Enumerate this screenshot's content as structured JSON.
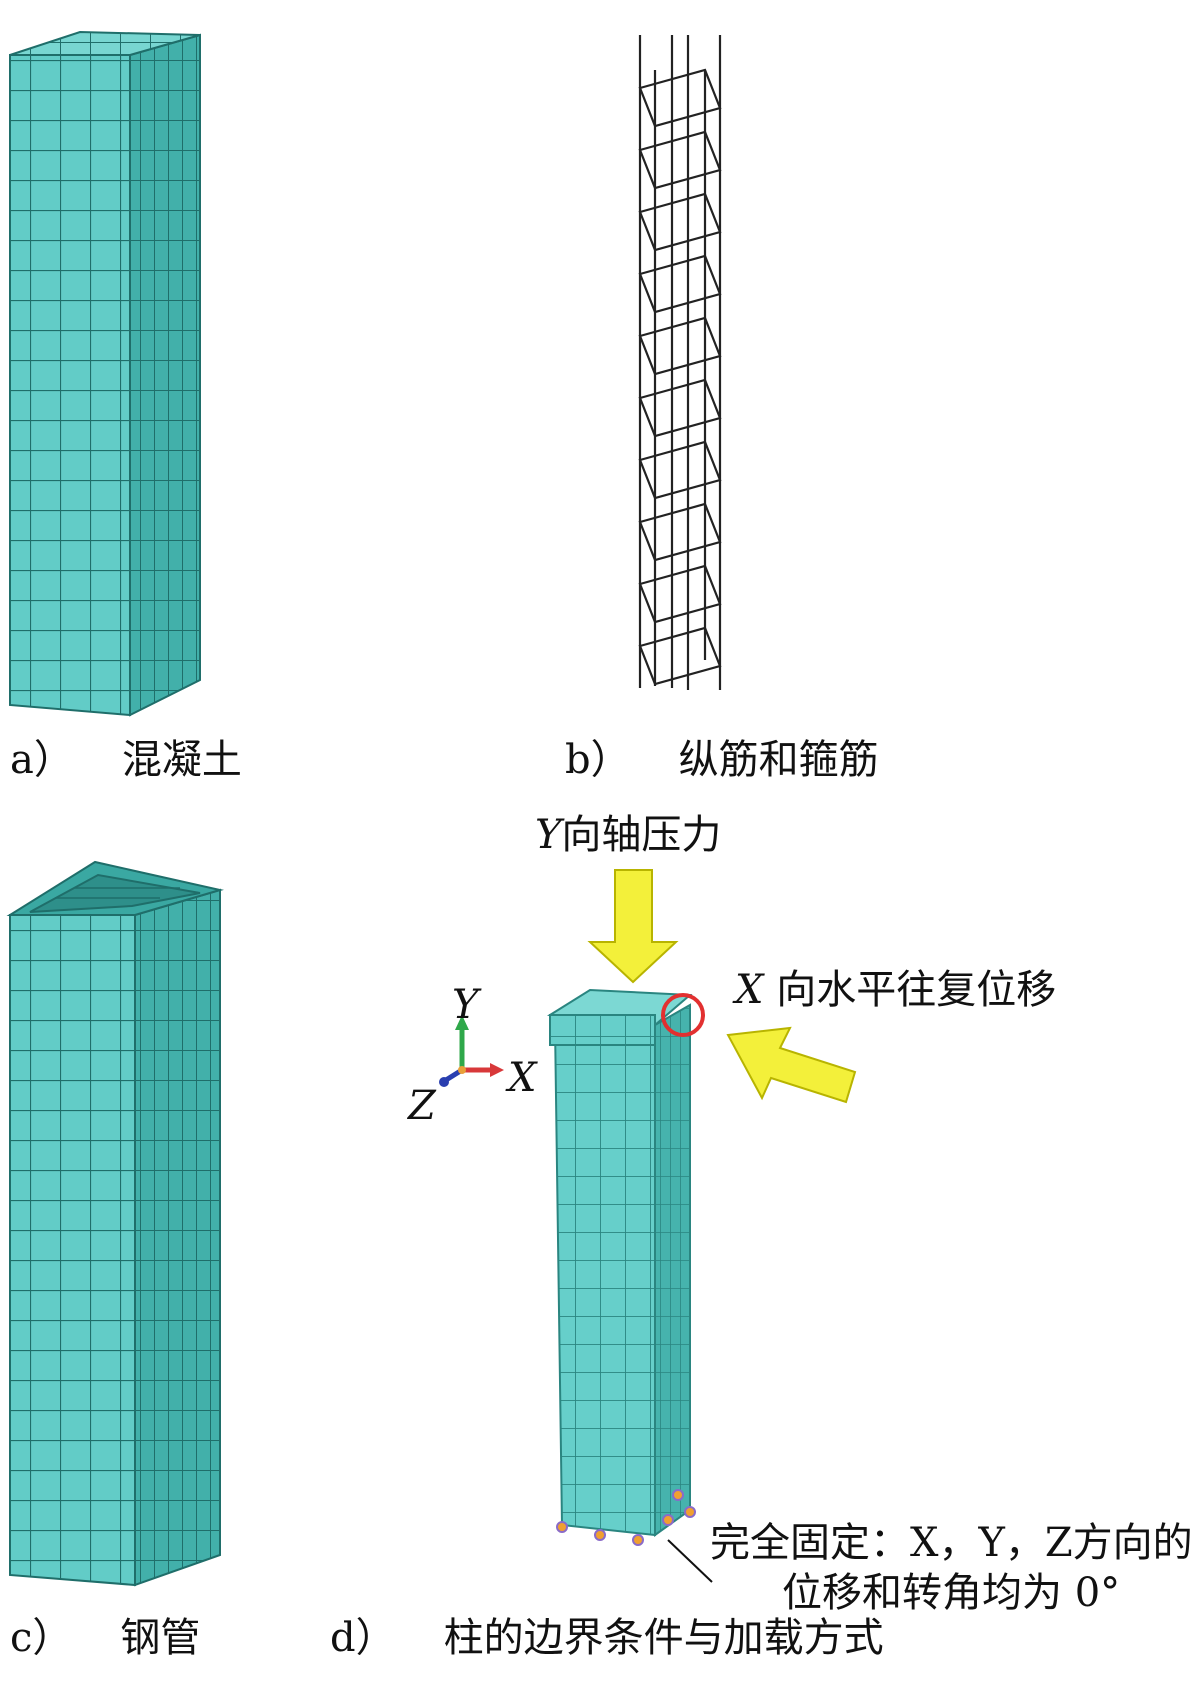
{
  "panels": {
    "a": {
      "tag": "a）",
      "caption": "混凝土"
    },
    "b": {
      "tag": "b）",
      "caption": "纵筋和箍筋"
    },
    "c": {
      "tag": "c）",
      "caption": "钢管"
    },
    "d": {
      "tag": "d）",
      "caption": "柱的边界条件与加载方式"
    }
  },
  "annotations": {
    "axial_var": "Y",
    "axial_text": "向轴压力",
    "lateral_var": "X",
    "lateral_text": "向水平往复位移",
    "fixed_line1": "完全固定：X，Y，Z方向的",
    "fixed_line2": "位移和转角均为 0°"
  },
  "axes_triad": {
    "y": "Y",
    "x": "X",
    "z": "Z"
  },
  "colors": {
    "mesh_fill": "#5ec9c4",
    "mesh_dark": "#3aa8a2",
    "mesh_line": "#1f6e6a",
    "arrow_fill": "#f3f03a",
    "arrow_stroke": "#b8b400",
    "circle": "#e23030"
  }
}
